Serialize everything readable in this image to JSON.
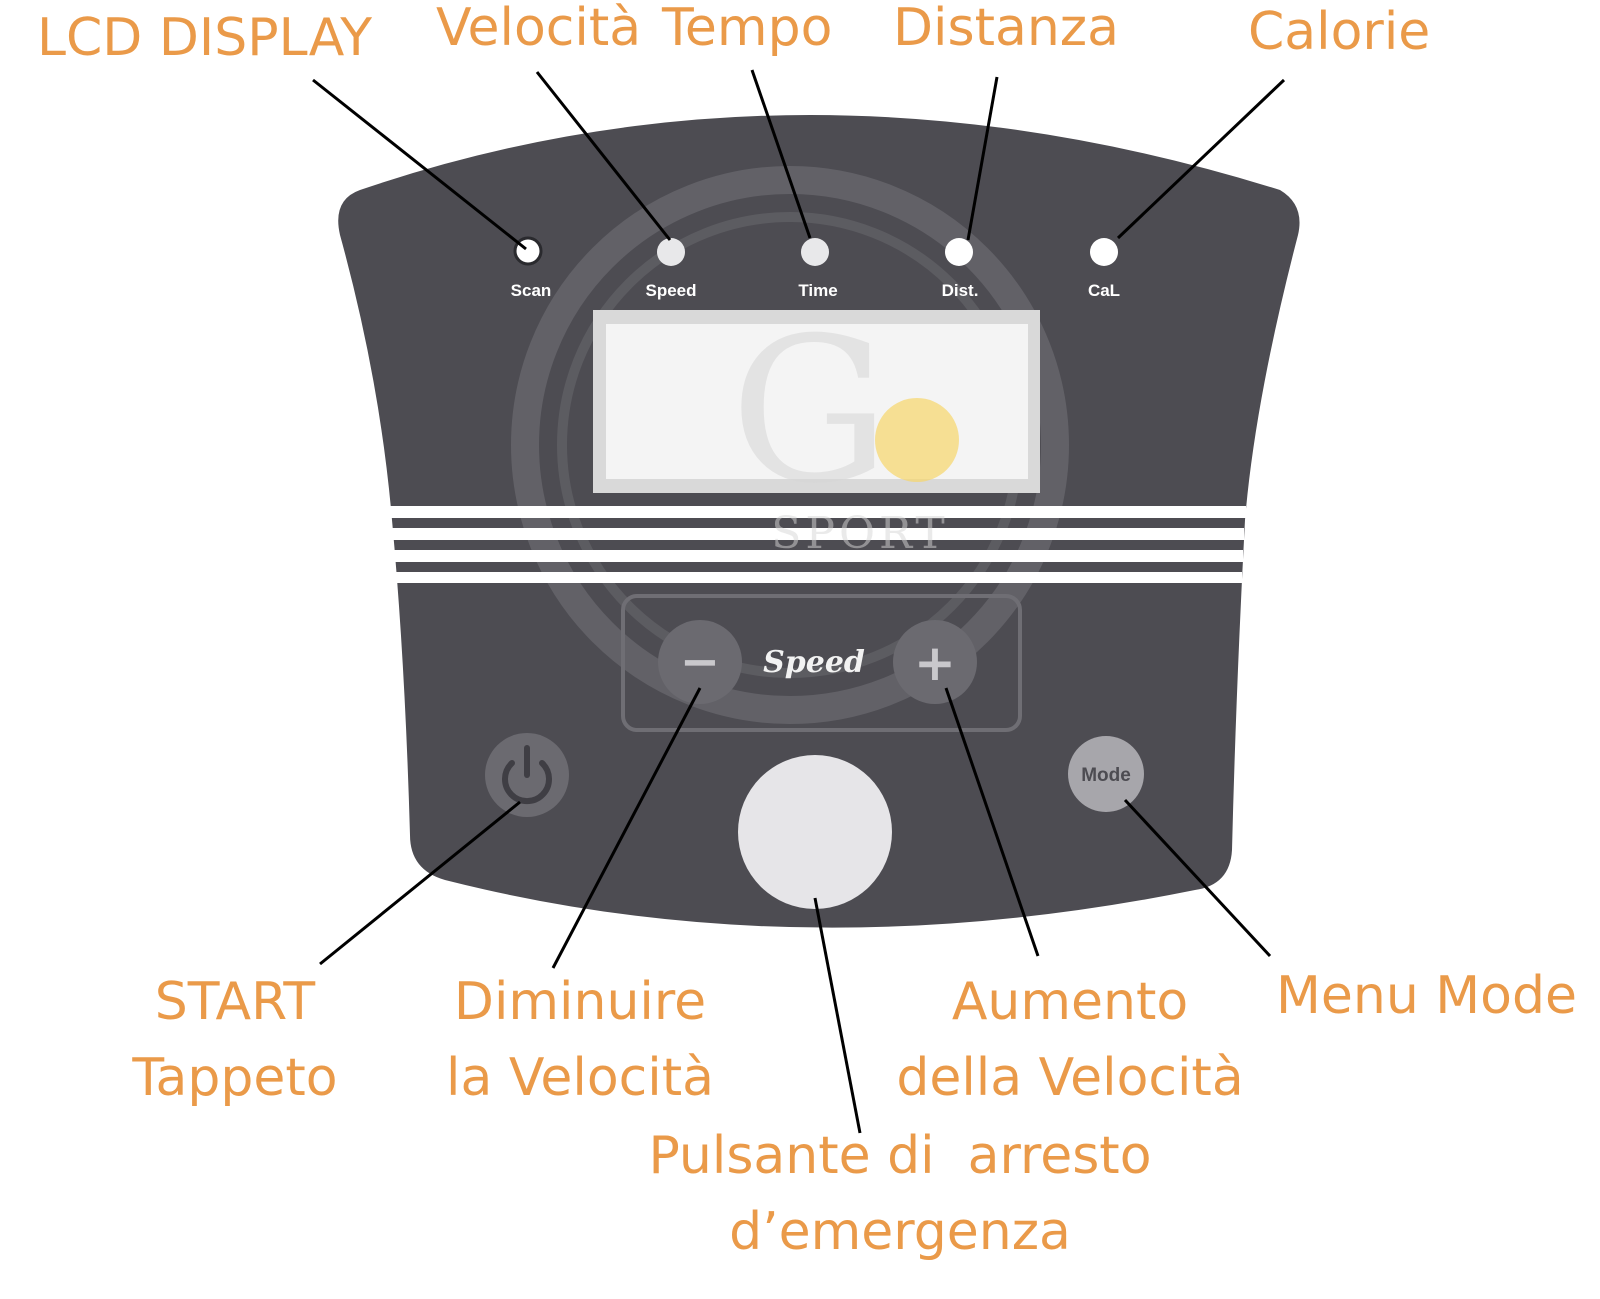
{
  "callouts": {
    "lcd_display": "LCD DISPLAY",
    "velocita": "Velocità",
    "tempo": "Tempo",
    "distanza": "Distanza",
    "calorie": "Calorie",
    "start_line1": "START",
    "start_line2": "Tappeto",
    "diminuire_line1": "Diminuire",
    "diminuire_line2": "la Velocità",
    "aumento_line1": "Aumento",
    "aumento_line2": "della Velocità",
    "menu_mode": "Menu Mode",
    "pulsante_line1": "Pulsante di  arresto",
    "pulsante_line2": "d’emergenza"
  },
  "panel": {
    "indicators": [
      "Scan",
      "Speed",
      "Time",
      "Dist.",
      "CaL"
    ],
    "speed_title": "Speed",
    "minus_symbol": "−",
    "plus_symbol": "+",
    "mode_label": "Mode"
  },
  "watermark": {
    "letter": "G",
    "word": "SPORT"
  },
  "colors": {
    "label_orange": "#ea9a49",
    "panel_grey": "#4d4c52",
    "light_button": "#e6e5e8",
    "watermark_yellow": "#f7d56a"
  },
  "icons": {
    "start_button": "power-icon"
  }
}
